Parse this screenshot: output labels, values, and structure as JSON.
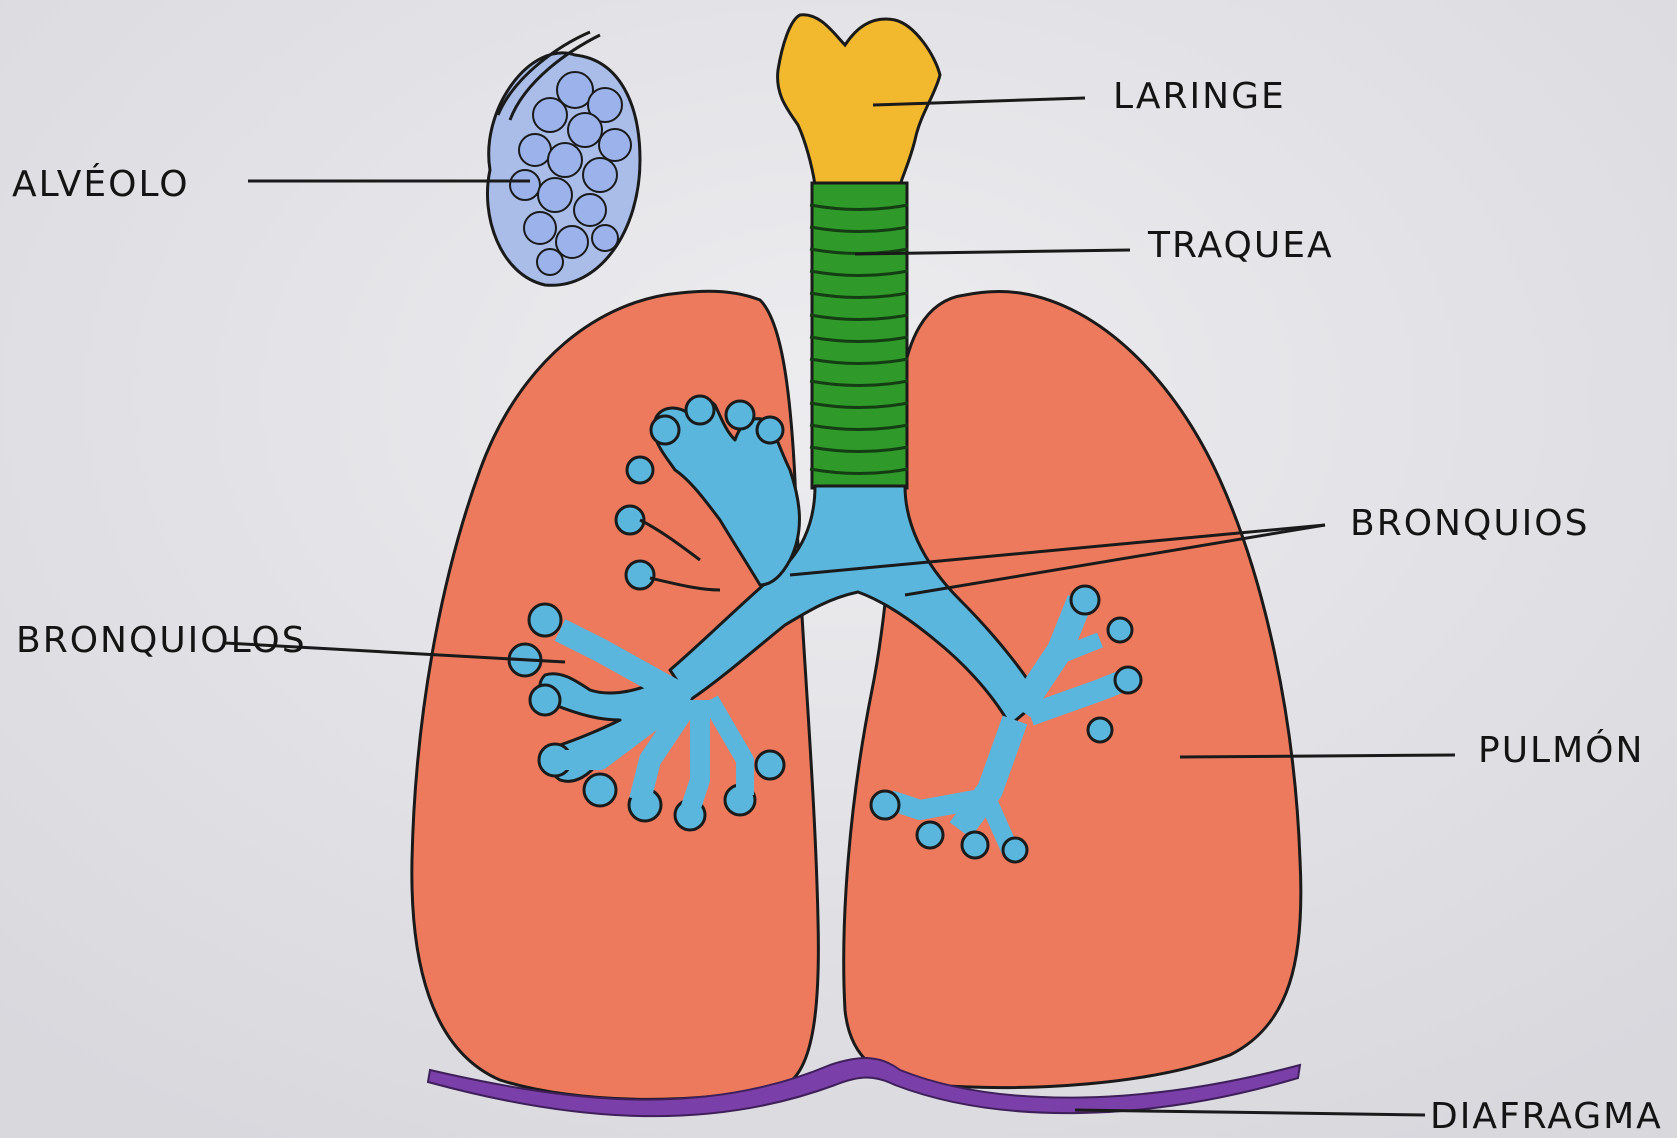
{
  "labels": {
    "alveolo": "ALVÉOLO",
    "laringe": "LARINGE",
    "traquea": "TRAQUEA",
    "bronquios": "BRONQUIOS",
    "bronquiolos": "BRONQUIOLOS",
    "pulmon": "PULMÓN",
    "diafragma": "DIAFRAGMA"
  },
  "colors": {
    "paper": "#e6e6ea",
    "lung": "#ee7a5e",
    "bronchi": "#5ab6dc",
    "trachea": "#2f9a2a",
    "larynx": "#f2b92e",
    "alveolus": "#9bb3ea",
    "diaphragm": "#7a3fa8",
    "outline": "#1a1a1a"
  }
}
